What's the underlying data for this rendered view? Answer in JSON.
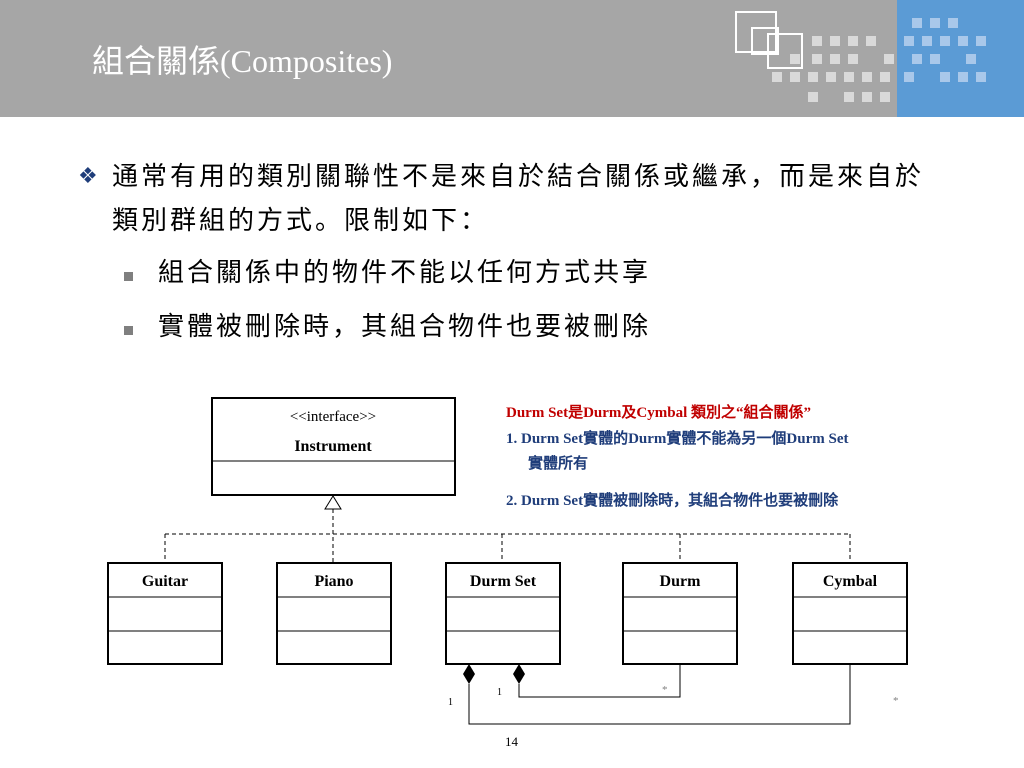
{
  "slide": {
    "title": "組合關係(Composites)",
    "page_number": "14"
  },
  "bullets": {
    "main": "通常有用的類別關聯性不是來自於結合關係或繼承，而是來自於類別群組的方式。限制如下：",
    "subs": [
      "組合關係中的物件不能以任何方式共享",
      "實體被刪除時，其組合物件也要被刪除"
    ]
  },
  "diagram": {
    "interface": {
      "stereotype": "<<interface>>",
      "name": "Instrument"
    },
    "classes": [
      "Guitar",
      "Piano",
      "Durm Set",
      "Durm",
      "Cymbal"
    ],
    "multiplicities": {
      "durmset_durm_whole": "1",
      "durmset_durm_part": "*",
      "durmset_cymbal_whole": "1",
      "durmset_cymbal_part": "*"
    }
  },
  "notes": {
    "line1": "Durm Set是Durm及Cymbal 類別之“組合關係”",
    "line2a": "1. Durm Set實體的Durm實體不能為另一個Durm Set",
    "line2b": "實體所有",
    "line3": "2. Durm Set實體被刪除時，其組合物件也要被刪除"
  },
  "colors": {
    "header_gray": "#a6a6a6",
    "accent_blue": "#5b9bd5",
    "note_red": "#c00000",
    "note_blue": "#1f3d7a"
  }
}
